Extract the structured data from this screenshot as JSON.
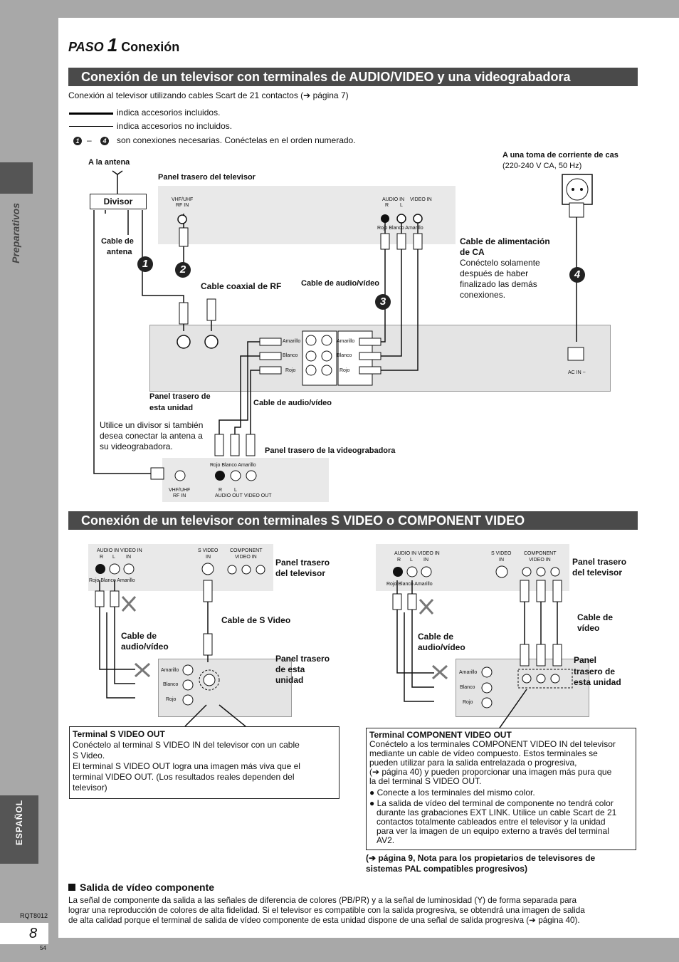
{
  "sidebar": {
    "section": "Preparativos",
    "language": "ESPAÑOL"
  },
  "footer": {
    "doc_code": "RQT8012",
    "page_number": "8",
    "sub_number": "54"
  },
  "heading": {
    "paso_word": "PASO",
    "paso_num": "1",
    "title": "Conexión"
  },
  "section1": {
    "title": "Conexión de un televisor con terminales de AUDIO/VIDEO y una videograbadora",
    "intro": "Conexión al televisor utilizando cables Scart de 21 contactos (➔ página 7)",
    "legend_included": "indica accesorios incluidos.",
    "legend_not_included": "indica accesorios no incluidos.",
    "legend_num_start": "1",
    "legend_dash": "–",
    "legend_num_end": "4",
    "legend_steps": "son conexiones necesarias. Conéctelas en el orden numerado.",
    "antenna_label": "A la antena",
    "divisor": "Divisor",
    "tv_rear_label": "Panel trasero del televisor",
    "outlet_label": "A una toma de corriente de cas",
    "outlet_spec": "(220-240 V CA, 50 Hz)",
    "cable_antenna_1": "Cable de",
    "cable_antenna_2": "antena",
    "cable_rf": "Cable coaxial de RF",
    "cable_av": "Cable de audio/vídeo",
    "power_cable_1": "Cable de alimentación",
    "power_cable_2": "de CA",
    "power_note_1": "Conéctelo solamente",
    "power_note_2": "después de haber",
    "power_note_3": "finalizado las demás",
    "power_note_4": "conexiones.",
    "unit_rear_1": "Panel trasero de",
    "unit_rear_2": "esta unidad",
    "cable_av_2": "Cable de audio/vídeo",
    "divisor_note_1": "Utilice un divisor si también",
    "divisor_note_2": "desea conectar la antena a",
    "divisor_note_3": "su videograbadora.",
    "vcr_rear": "Panel trasero de la videograbadora",
    "step1": "1",
    "step2": "2",
    "step3": "3",
    "step4": "4",
    "tv_vhf": "VHF/UHF",
    "tv_rfin": "RF IN",
    "tv_audio_in": "AUDIO IN",
    "tv_video_in": "VIDEO IN",
    "tv_r": "R",
    "tv_l": "L",
    "plug_colors": "Rojo Blanco Amarillo",
    "amarillo": "Amarillo",
    "blanco": "Blanco",
    "rojo": "Rojo",
    "vcr_vhf": "VHF/UHF",
    "vcr_rfin": "RF IN",
    "vcr_r": "R",
    "vcr_l": "L",
    "vcr_audio_out": "AUDIO OUT",
    "vcr_video_out": "VIDEO OUT",
    "ac_in": "AC IN ~"
  },
  "section2": {
    "title": "Conexión de un televisor con terminales S VIDEO o COMPONENT VIDEO",
    "left": {
      "tv_rear_1": "Panel trasero",
      "tv_rear_2": "del televisor",
      "cable_s_video": "Cable de S Video",
      "cable_av_1": "Cable de",
      "cable_av_2": "audio/vídeo",
      "unit_rear_1": "Panel trasero",
      "unit_rear_2": "de esta",
      "unit_rear_3": "unidad",
      "box_title": "Terminal S VIDEO OUT",
      "box_l1": "Conéctelo al terminal S VIDEO IN del televisor con un cable",
      "box_l2": "S Video.",
      "box_l3": "El terminal S VIDEO OUT logra una imagen más viva que el",
      "box_l4": "terminal VIDEO OUT. (Los resultados reales dependen del",
      "box_l5": "televisor)"
    },
    "right": {
      "tv_rear_1": "Panel trasero",
      "tv_rear_2": "del televisor",
      "cable_video_1": "Cable de",
      "cable_video_2": "vídeo",
      "cable_av_1": "Cable de",
      "cable_av_2": "audio/vídeo",
      "unit_rear_1": "Panel",
      "unit_rear_2": "trasero de",
      "unit_rear_3": "esta unidad",
      "box_title": "Terminal COMPONENT VIDEO OUT",
      "box_l1": "Conéctelo a los terminales COMPONENT VIDEO IN del televisor",
      "box_l2": "mediante un cable de vídeo compuesto. Estos terminales se",
      "box_l3": "pueden utilizar para la salida entrelazada o progresiva,",
      "box_l4": "(➔ página 40) y pueden proporcionar una imagen más pura que",
      "box_l5": "la del terminal S VIDEO OUT.",
      "bullet1": "Conecte a los terminales del mismo color.",
      "bullet2_l1": "La salida de vídeo del terminal de componente no tendrá color",
      "bullet2_l2": "durante las grabaciones EXT LINK. Utilice un cable Scart de 21",
      "bullet2_l3": "contactos totalmente cableados entre el televisor y la unidad",
      "bullet2_l4": "para ver la imagen de un equipo externo a través del terminal",
      "bullet2_l5": "AV2.",
      "note_l1": "(➔ página 9, Nota para los propietarios de televisores de",
      "note_l2": "sistemas PAL compatibles progresivos)"
    },
    "audio_in": "AUDIO IN",
    "video_in": "VIDEO IN",
    "r": "R",
    "l": "L",
    "in": "IN",
    "s_video": "S VIDEO",
    "component": "COMPONENT",
    "component_2": "VIDEO IN",
    "plug_colors": "Rojo Blanco Amarillo",
    "amarillo": "Amarillo",
    "blanco": "Blanco",
    "rojo": "Rojo"
  },
  "component_section": {
    "title": "Salida de vídeo componente",
    "l1": "La señal de componente da salida a las señales de diferencia de colores (PB/PR) y a la señal de luminosidad (Y) de forma separada para",
    "l2": "lograr una reproducción de colores de alta fidelidad. Si el televisor es compatible con la salida progresiva, se obtendrá una imagen de salida",
    "l3": "de alta calidad porque el terminal de salida de vídeo componente de esta unidad dispone de una señal de salida progresiva (➔ página 40)."
  }
}
